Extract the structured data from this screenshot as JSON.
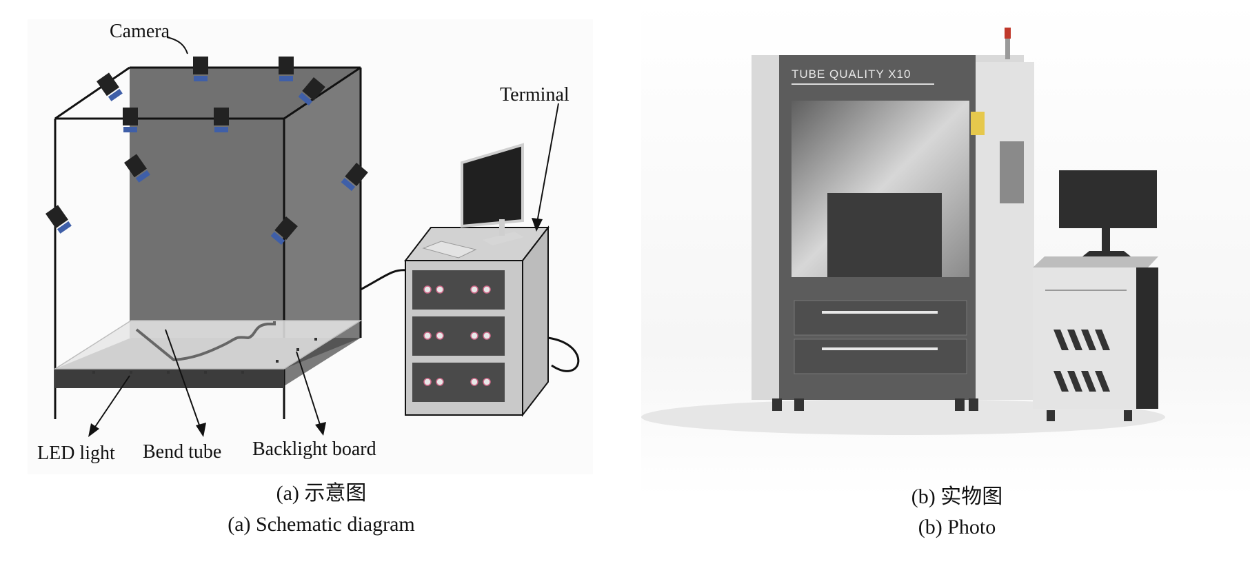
{
  "panel_a": {
    "labels": {
      "camera": "Camera",
      "terminal": "Terminal",
      "led_light": "LED light",
      "bend_tube": "Bend tube",
      "backlight_board": "Backlight board"
    },
    "caption_cn": "(a) 示意图",
    "caption_en": "(a) Schematic diagram"
  },
  "panel_b": {
    "product_name": "TUBE QUALITY X10",
    "caption_cn": "(b) 实物图",
    "caption_en": "(b) Photo"
  },
  "colors": {
    "backboard": "#6f6f6f",
    "machine_dark": "#5a5a5a",
    "machine_light": "#dcdcdc",
    "camera_lens": "#3f5fa8"
  }
}
